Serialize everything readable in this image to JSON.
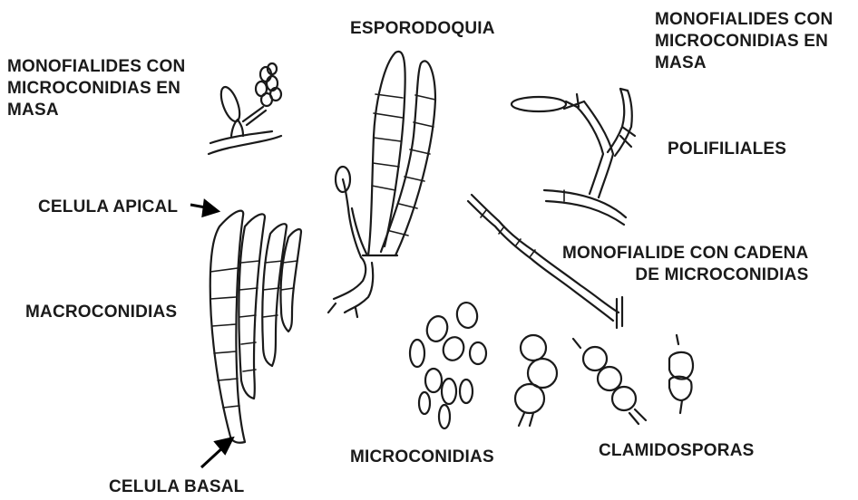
{
  "labels": {
    "monofialides_left": [
      "MONOFIALIDES CON",
      "MICROCONIDIAS EN",
      "MASA"
    ],
    "esporodoquia": "ESPORODOQUIA",
    "monofialides_right": [
      "MONOFIALIDES CON",
      "MICROCONIDIAS EN",
      "MASA"
    ],
    "polifiliales": "POLIFILIALES",
    "celula_apical": "CELULA APICAL",
    "macroconidias": "MACROCONIDIAS",
    "monofialide_cadena": [
      "MONOFIALIDE CON CADENA",
      "DE MICROCONIDIAS"
    ],
    "microconidias": "MICROCONIDIAS",
    "clamidosporas": "CLAMIDOSPORAS",
    "celula_basal": "CELULA BASAL"
  }
}
